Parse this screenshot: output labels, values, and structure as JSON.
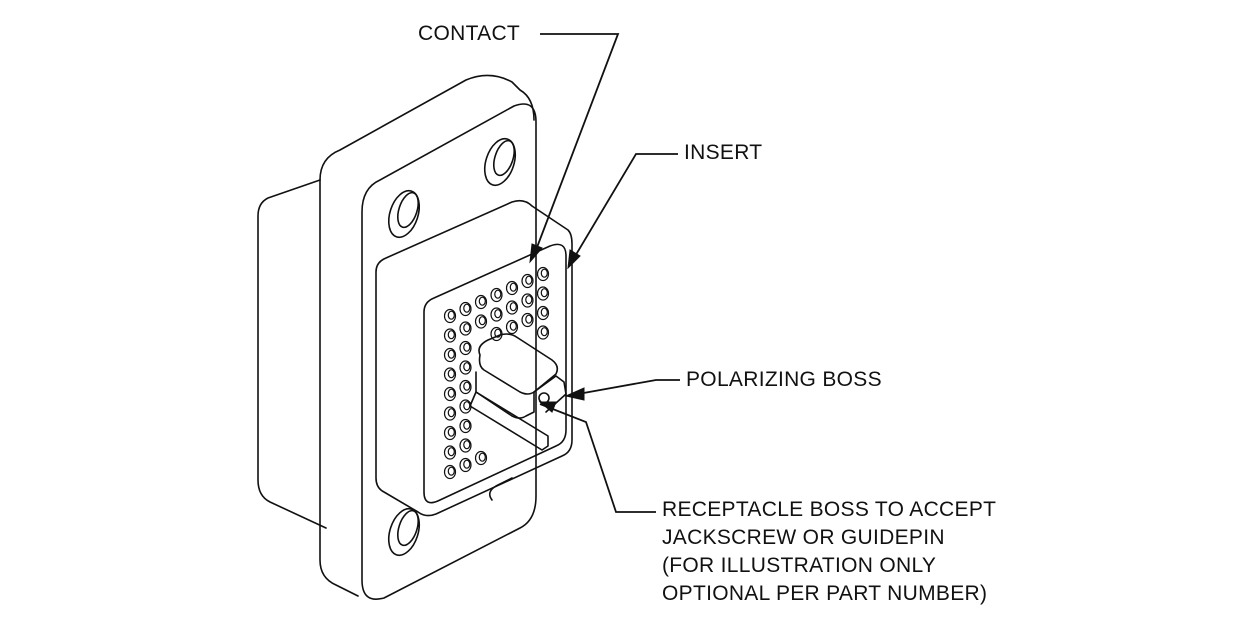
{
  "labels": {
    "contact": "CONTACT",
    "insert": "INSERT",
    "polarizing_boss": "POLARIZING BOSS",
    "receptacle_boss": [
      "RECEPTACLE BOSS TO ACCEPT",
      "JACKSCREW OR GUIDEPIN",
      "(FOR ILLUSTRATION ONLY",
      "OPTIONAL PER PART NUMBER)"
    ]
  },
  "colors": {
    "line": "#111111",
    "background": "#ffffff"
  }
}
